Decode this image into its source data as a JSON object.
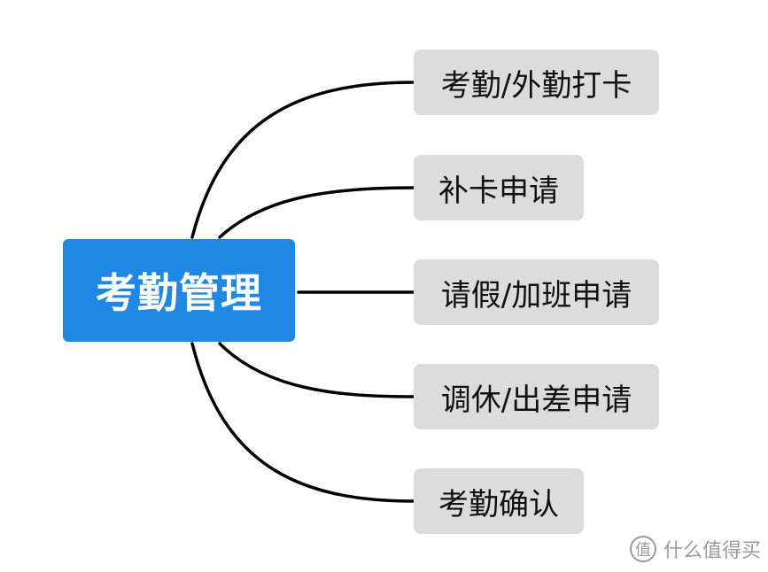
{
  "mindmap": {
    "root": {
      "label": "考勤管理"
    },
    "children": [
      {
        "label": "考勤/外勤打卡"
      },
      {
        "label": "补卡申请"
      },
      {
        "label": "请假/加班申请"
      },
      {
        "label": "调休/出差申请"
      },
      {
        "label": "考勤确认"
      }
    ]
  },
  "watermark": {
    "icon": "值",
    "text": "什么值得买"
  },
  "colors": {
    "root_bg": "#1f88e5",
    "root_text": "#ffffff",
    "child_bg": "#dcdcdc",
    "connector": "#000000",
    "watermark": "#9a9a9a"
  }
}
